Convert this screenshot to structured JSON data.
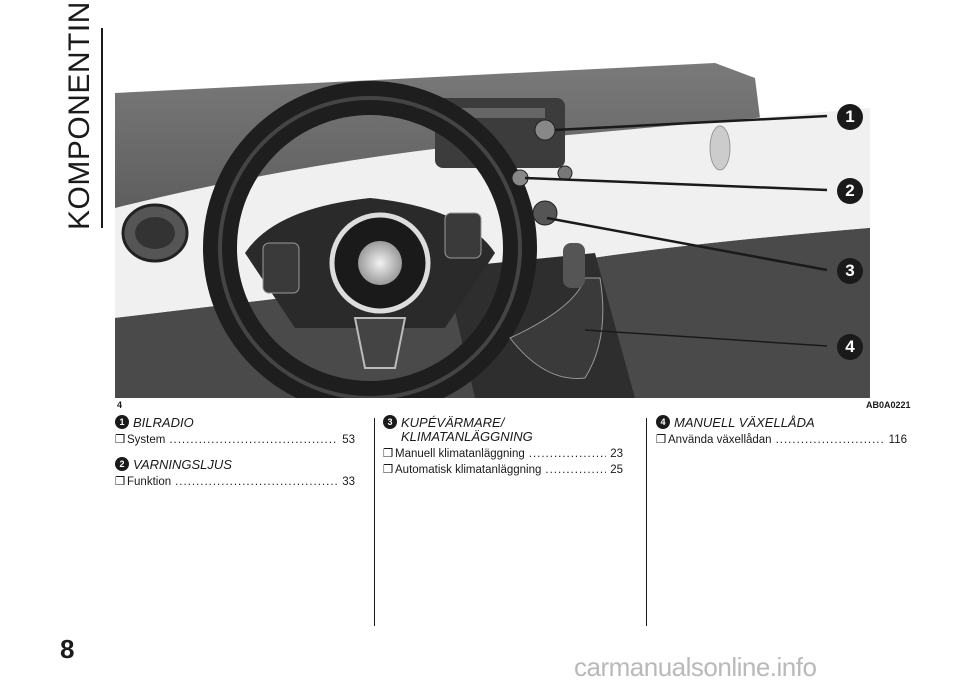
{
  "side_title": "KOMPONENTINDEX",
  "page_number": "8",
  "figure": {
    "caption_left": "4",
    "caption_right": "AB0A0221",
    "callouts": [
      "1",
      "2",
      "3",
      "4"
    ]
  },
  "sections": [
    {
      "number": "1",
      "heading": "BILRADIO",
      "entries": [
        {
          "box": "❒",
          "label": "System",
          "page": "53"
        }
      ]
    },
    {
      "number": "2",
      "heading": "VARNINGSLJUS",
      "entries": [
        {
          "box": "❒",
          "label": "Funktion",
          "page": "33"
        }
      ]
    },
    {
      "number": "3",
      "heading": "KUPÉVÄRMARE/\nKLIMATANLÄGGNING",
      "entries": [
        {
          "box": "❒",
          "label": "Manuell klimatanläggning",
          "page": "23"
        },
        {
          "box": "❒",
          "label": "Automatisk klimatanläggning",
          "page": "25"
        }
      ]
    },
    {
      "number": "4",
      "heading": "MANUELL VÄXELLÅDA",
      "entries": [
        {
          "box": "❒",
          "label": "Använda växellådan",
          "page": "116"
        }
      ]
    }
  ],
  "watermark": "carmanualsonline.info"
}
